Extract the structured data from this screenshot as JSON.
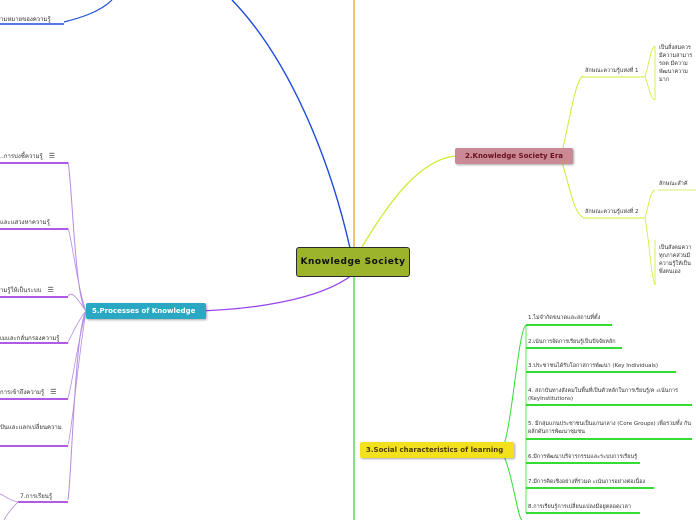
{
  "central": {
    "label": "Knowledge  Society"
  },
  "era": {
    "label": "2.Knowledge Society Era",
    "items": [
      {
        "label": "ลักษณะความรู้แห่งที่ 1",
        "text": [
          "เป็นสิ่งสมควร",
          "มีความสามาร",
          "รถต  มีความ",
          "พัฒนาความ",
          "มาก"
        ]
      },
      {
        "label": "ลักษณะความรู้แห่งที่ 2",
        "text": [
          "ลักษณะสำคั",
          "",
          "เป็นสังคมควา",
          "ทุกภาคส่วนมี",
          "ความรู้ให้เป็น",
          "พึ่งตนเอง"
        ]
      }
    ]
  },
  "social": {
    "label": "3.Social characteristics of learning",
    "items": [
      "1.ไม่จำกัดขนาดและสถานที่ตั้ง",
      "2.เน้นการจัดการเรียนรู้เป็นปัจจัยหลัก",
      "3.ประชาชนได้รับโอกาสการพัฒนา (Key Individuals)",
      "4. สถาบันทางสังคมในพื้นที่เป็นตัวหลักในการเรียนรู้/ค ะเน้นการ (KeyInstitutions)",
      "5. มีกลุ่มแกนประชาชนเป็นแกนกลาง (Core Groups) เพื่อรวมทั้ง กันผลักดันการพัฒนาชุมชน",
      "6.มีการพัฒนาบริจารกรรมและระบบการเรียนรู้",
      "7.มีการคิดเชิงอย่างที่ร่วมด ะเน้นการอย่างต่อเนื่อง",
      "8.การเรียนรู้การเปลี่ยนแปลงมีอยู่ตลอดเวลา"
    ]
  },
  "processes": {
    "label": "5.Processes of Knowledge",
    "items": [
      {
        "label": "..การบ่งชี้ความรู้",
        "menu": true
      },
      {
        "label": "และแสวงหาความรู้",
        "menu": false
      },
      {
        "label": "ามรู้ให้เป็นระบบ",
        "menu": true
      },
      {
        "label": "เมและกลั่นกรองความรู้",
        "menu": false
      },
      {
        "label": "การเข้าถึงความรู้",
        "menu": true
      },
      {
        "label": "ปันและแลกเปลี่ยนความ",
        "menu": false
      },
      {
        "label": "7.การเรียนรู้",
        "menu": false
      }
    ]
  },
  "top_left": {
    "label": "ามหมายของความรู้"
  },
  "menu_glyph": "☰",
  "colors": {
    "blue_branch": "#1f4bdc",
    "orange_branch": "#f0a020",
    "green_branch": "#33dd33",
    "lime_branch": "#ccee33",
    "purple_branch": "#9944ee",
    "lavender_branch": "#b58be6"
  }
}
